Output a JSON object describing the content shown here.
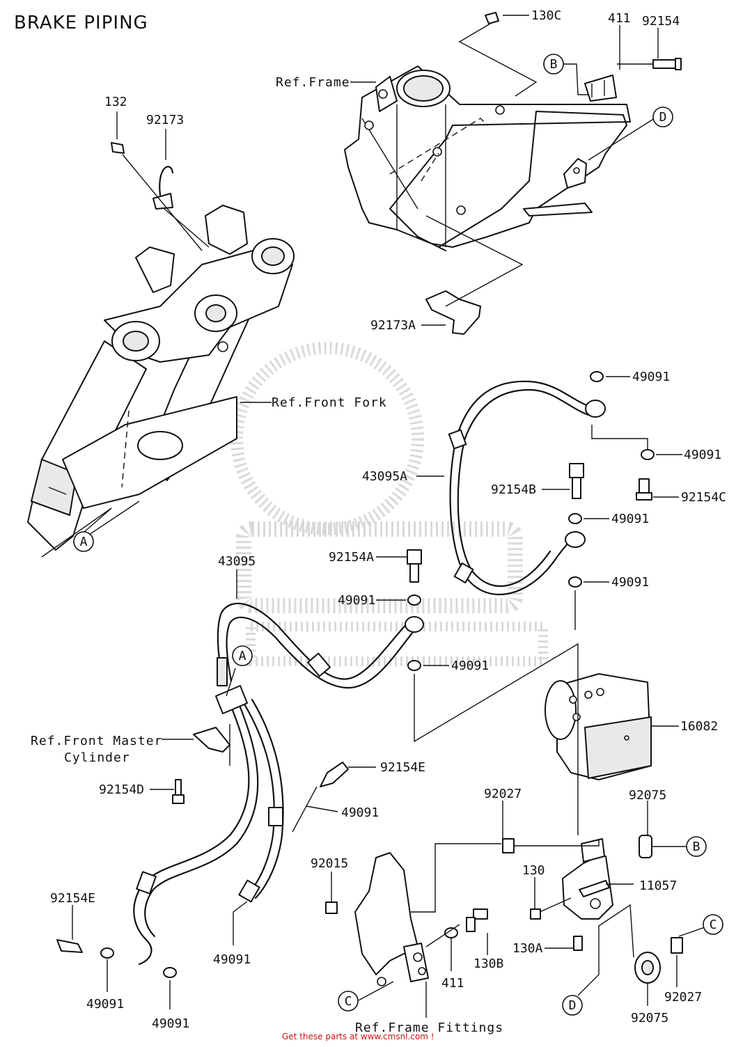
{
  "title": "BRAKE PIPING",
  "footer": "Get these parts at www.cmsnl.com !",
  "refs": {
    "frame": "Ref.Frame",
    "front_fork": "Ref.Front Fork",
    "master_cylinder_1": "Ref.Front Master",
    "master_cylinder_2": "Cylinder",
    "frame_fittings": "Ref.Frame Fittings"
  },
  "markers": {
    "a": "A",
    "b": "B",
    "c": "C",
    "d": "D"
  },
  "parts": {
    "p130c": "130C",
    "p411_top": "411",
    "p92154_top": "92154",
    "p132": "132",
    "p92173": "92173",
    "p92173a": "92173A",
    "p49091_1": "49091",
    "p49091_2": "49091",
    "p43095a": "43095A",
    "p92154b": "92154B",
    "p92154c": "92154C",
    "p49091_3": "49091",
    "p49091_4": "49091",
    "p43095": "43095",
    "p92154a": "92154A",
    "p49091_5": "49091",
    "p49091_6": "49091",
    "p16082": "16082",
    "p92154d": "92154D",
    "p92154e_1": "92154E",
    "p49091_7": "49091",
    "p92027_1": "92027",
    "p92075_1": "92075",
    "p92015": "92015",
    "p130": "130",
    "p11057": "11057",
    "p92154e_2": "92154E",
    "p130a": "130A",
    "p130b": "130B",
    "p411_bottom": "411",
    "p49091_8": "49091",
    "p49091_9": "49091",
    "p49091_10": "49091",
    "p92075_2": "92075",
    "p92027_2": "92027"
  }
}
